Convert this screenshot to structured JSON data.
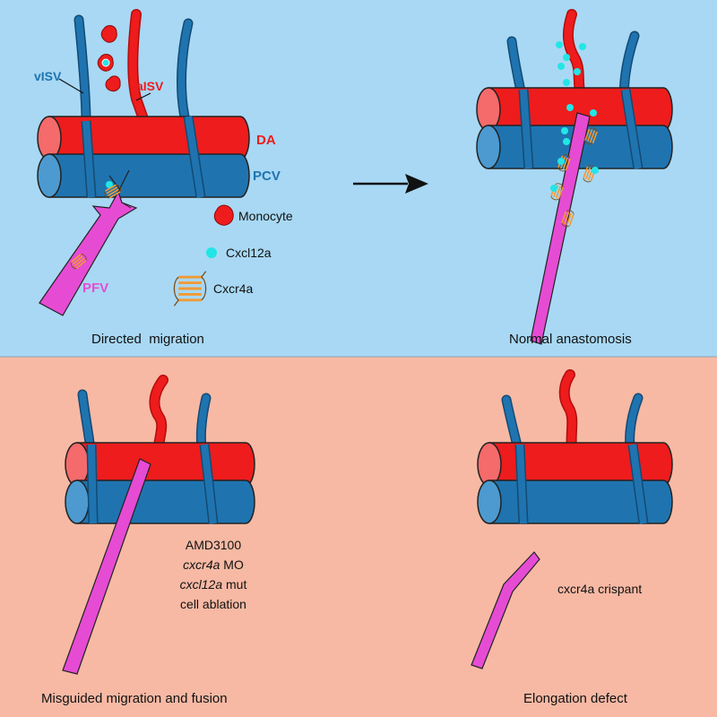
{
  "colors": {
    "top_bg": "#a8d8f4",
    "bottom_bg": "#f7b9a4",
    "artery_red": "#ee1c1c",
    "artery_red_dark": "#b30d0d",
    "vein_blue": "#1f74b0",
    "vein_blue_dark": "#134a73",
    "pfv_magenta": "#e64bd4",
    "cxcl12a_cyan": "#22e6e6",
    "cxcr4a_orange": "#f29a35",
    "arrow_black": "#111111"
  },
  "labels": {
    "visv": "vISV",
    "aisv": "aISV",
    "da": "DA",
    "pcv": "PCV",
    "pfv": "PFV"
  },
  "legend": {
    "monocyte": "Monocyte",
    "cxcl12a": "Cxcl12a",
    "cxcr4a": "Cxcr4a"
  },
  "panels": {
    "directed_migration": "Directed  migration",
    "normal_anastomosis": "Normal anastomosis",
    "misguided": "Misguided migration and fusion",
    "elongation": "Elongation defect"
  },
  "conditions": {
    "line1": "AMD3100",
    "line2_italic": "cxcr4a",
    "line2_rest": " MO",
    "line3_italic": "cxcl12a",
    "line3_rest": " mut",
    "line4": "cell ablation"
  },
  "crispant": "cxcr4a crispant"
}
